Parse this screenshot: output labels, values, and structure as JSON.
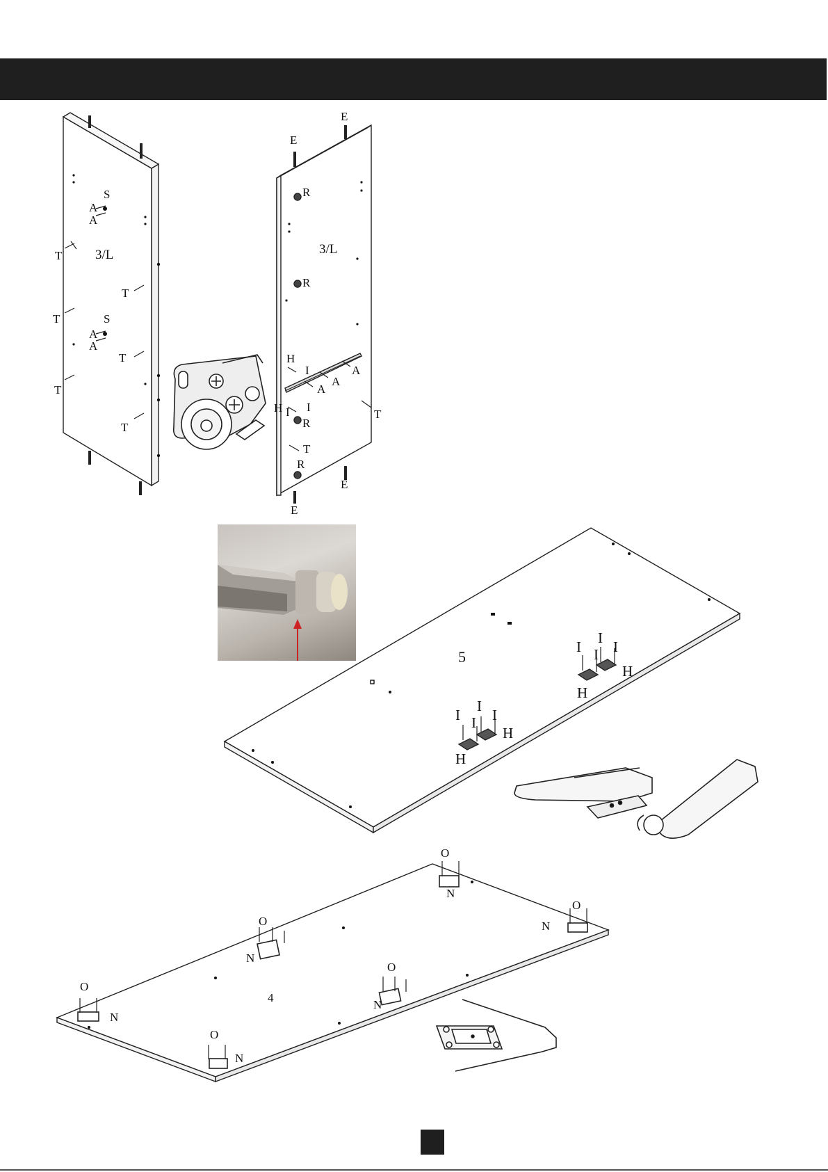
{
  "figure1": {
    "left_panel": {
      "panel_label": "3/L",
      "callouts": [
        "S",
        "A",
        "A",
        "T",
        "T",
        "T",
        "S",
        "A",
        "A",
        "T",
        "T",
        "T"
      ]
    },
    "right_panel": {
      "panel_label": "3/L",
      "callouts": [
        "E",
        "E",
        "R",
        "R",
        "H",
        "I",
        "A",
        "A",
        "A",
        "I",
        "H",
        "I",
        "R",
        "T",
        "T",
        "R",
        "E",
        "E"
      ]
    }
  },
  "figure2": {
    "panel_label": "5",
    "callouts": [
      "I",
      "I",
      "I",
      "I",
      "H",
      "H",
      "I",
      "I",
      "I",
      "I",
      "H",
      "H"
    ]
  },
  "figure3": {
    "panel_label": "4",
    "callouts": [
      "O",
      "N",
      "O",
      "N",
      "O",
      "N",
      "O",
      "N",
      "O",
      "N",
      "O",
      "N"
    ]
  }
}
